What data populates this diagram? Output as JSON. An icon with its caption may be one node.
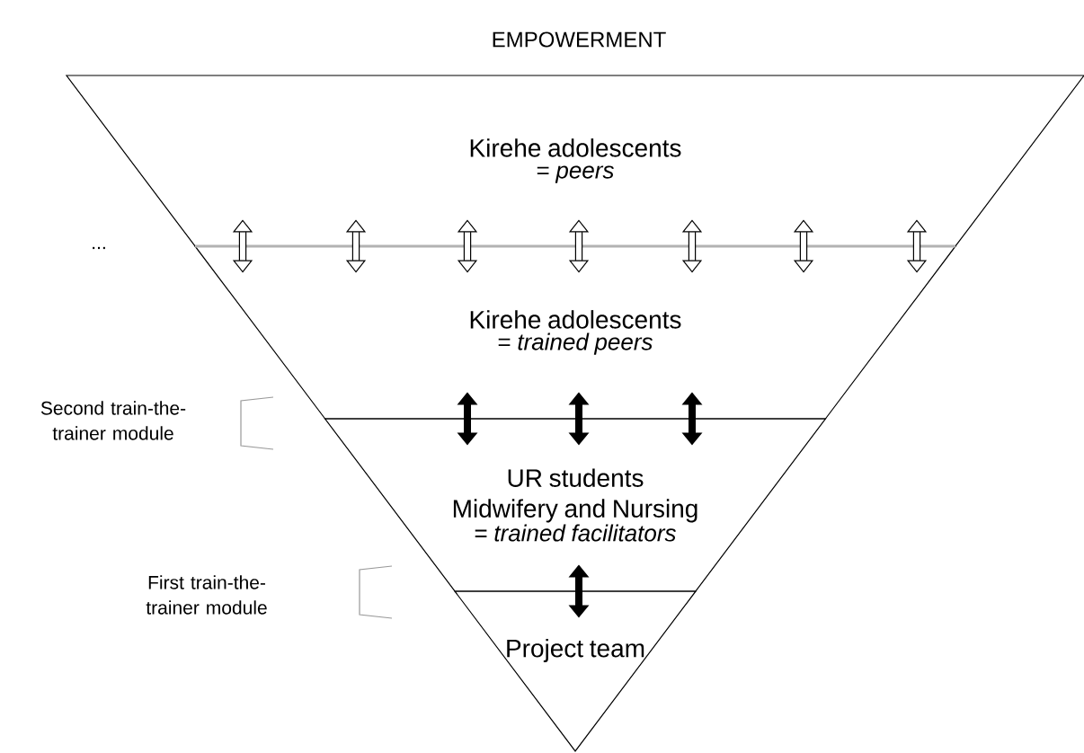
{
  "diagram": {
    "title": "EMPOWERMENT",
    "nodes": [
      {
        "text": [
          "Kirehe adolescents",
          "= *peers*"
        ]
      },
      {
        "text": [
          "Kirehe adolescents",
          "= *trained peers*"
        ]
      },
      {
        "text": [
          "UR students Midwifery and Nursing",
          "= *trained facilitators*"
        ]
      },
      {
        "text": [
          "Project team"
        ]
      }
    ],
    "edges": [
      {
        "from": 0,
        "to": 1,
        "arrow": "both"
      },
      {
        "from": 0,
        "to": 1,
        "arrow": "both"
      },
      {
        "from": 0,
        "to": 1,
        "arrow": "both"
      },
      {
        "from": 0,
        "to": 1,
        "arrow": "both"
      },
      {
        "from": 0,
        "to": 1,
        "arrow": "both"
      },
      {
        "from": 0,
        "to": 1,
        "arrow": "both"
      },
      {
        "from": 0,
        "to": 1,
        "arrow": "both"
      },
      {
        "from": 1,
        "to": 2,
        "arrow": "both",
        "color": "#000000"
      },
      {
        "from": 1,
        "to": 2,
        "arrow": "both",
        "color": "#000000"
      },
      {
        "from": 1,
        "to": 2,
        "arrow": "both",
        "color": "#000000"
      },
      {
        "from": 2,
        "to": 3,
        "arrow": "both",
        "color": "#000000"
      }
    ],
    "labels": [
      "...",
      "Second train-the-trainer module",
      "First train-the-trainer module"
    ]
  }
}
